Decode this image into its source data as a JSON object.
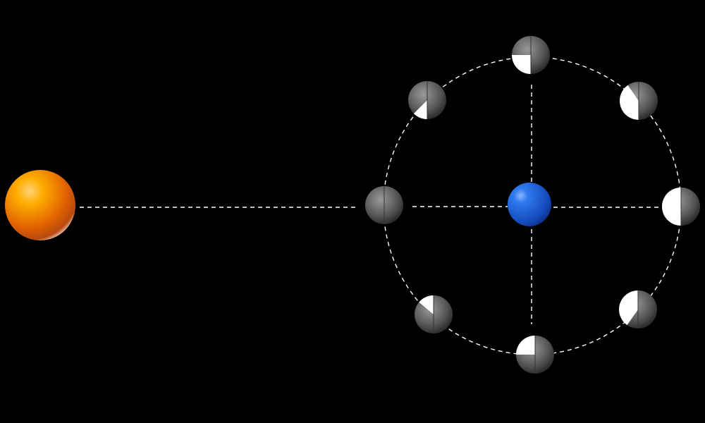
{
  "diagram": {
    "type": "moon-phases",
    "colors": {
      "background": "#000000",
      "sun": "#f08a00",
      "earth": "#1a5fd6",
      "moon_dark": "#555555",
      "moon_lit": "#ffffff",
      "orbit": "#ffffff"
    },
    "moon_phases": [
      {
        "name": "new-moon",
        "lit_from_deg": 0,
        "lit_to_deg": 0
      },
      {
        "name": "waxing-crescent",
        "lit_from_deg": 135,
        "lit_to_deg": 180
      },
      {
        "name": "first-quarter",
        "lit_from_deg": 90,
        "lit_to_deg": 180
      },
      {
        "name": "waxing-gibbous",
        "lit_from_deg": 35,
        "lit_to_deg": 180
      },
      {
        "name": "full-moon",
        "lit_from_deg": 0,
        "lit_to_deg": 180
      },
      {
        "name": "waning-gibbous",
        "lit_from_deg": 0,
        "lit_to_deg": 145
      },
      {
        "name": "last-quarter",
        "lit_from_deg": 0,
        "lit_to_deg": 90
      },
      {
        "name": "waning-crescent",
        "lit_from_deg": 0,
        "lit_to_deg": 50
      }
    ]
  }
}
